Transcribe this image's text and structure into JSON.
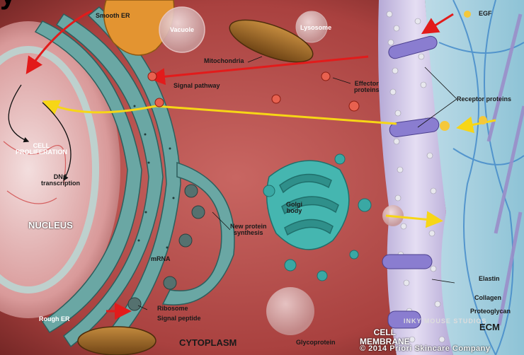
{
  "colors": {
    "cytoplasm": "#b9524f",
    "cytoplasm_dark": "#7d2b2a",
    "er": "#5e9c99",
    "golgi": "#3aa8a4",
    "membrane": "#cfc4e6",
    "ecm": "#a6cfe0",
    "arrow_red": "#e21b1b",
    "arrow_yellow": "#f7d616",
    "mitochondria": "#9a6a27"
  },
  "header_fragment": "y",
  "labels": {
    "smooth_er": "Smooth ER",
    "vacuole": "Vacuole",
    "lysosome": "Lysosome",
    "egf": "EGF",
    "mitochondria": "Mitochondria",
    "signal_pathway": "Signal pathway",
    "effector_proteins": "Effector\nproteins",
    "receptor_proteins": "Receptor proteins",
    "cell_proliferation": "CELL\nPROLIFERATION",
    "dna_transcription": "DNA\ntranscription",
    "golgi_body": "Golgi\nbody",
    "new_protein_synthesis": "New protein\nsynthesis",
    "nucleus": "NUCLEUS",
    "mrna": "mRNA",
    "ribosome": "Ribosome",
    "signal_peptide": "Signal peptide",
    "rough_er": "Rough ER",
    "cytoplasm": "CYTOPLASM",
    "glycoprotein": "Glycoprotein",
    "cell_membrane": "CELL\nMEMBRANE",
    "elastin": "Elastin",
    "collagen": "Collagen",
    "proteoglycan": "Proteoglycan",
    "ecm": "ECM",
    "studio": "INKY MOUSE STUDIOS",
    "copyright": "© 2014 Priori Skincare Company"
  }
}
